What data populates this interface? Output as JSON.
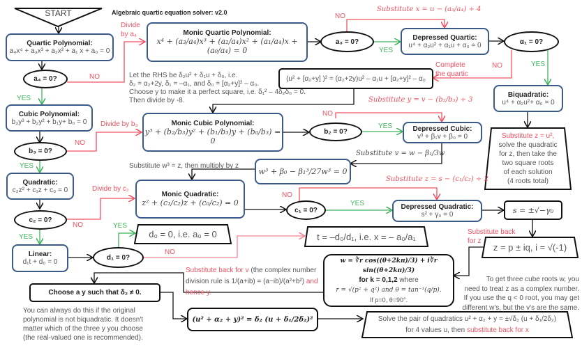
{
  "title": "Algebraic quartic equation solver: v2.0",
  "start": "START",
  "labels": {
    "yes": "YES",
    "no": "NO",
    "divide_a4": "Divide by a₄",
    "divide_b3": "Divide by b₃",
    "divide_c2": "Divide by c₂",
    "complete": "Complete the quartic",
    "sub_x": "Substitute x = u − (a₃/a₄) ÷ 4",
    "sub_y": "Substitute y = v − (b₂/b₃) ÷ 3",
    "sub_z": "Substitute z = s − (c₁/c₂) ÷ 2",
    "sub_v": "Substitute v = w − β₁/3w",
    "sub_w3": "Substitute w³ = z, then multiply by z",
    "sub_back_z": "Substitute back for z"
  },
  "nodes": {
    "quartic": {
      "title": "Quartic Polynomial:",
      "eq": "a₄x⁴ + a₃x³ + a₂x² + a₁ x + a₀ = 0"
    },
    "a4": "a₄ = 0?",
    "cubic": {
      "title": "Cubic Polynomial:",
      "eq": "b₃y³ + b₂y² + b₁y+ b₀ = 0"
    },
    "b3": "b₃ = 0?",
    "quadratic": {
      "title": "Quadratic:",
      "eq": "c₂z² + c₁z + c₀ = 0"
    },
    "c2": "c₂ = 0?",
    "linear": {
      "title": "Linear:",
      "eq": "d₁t + d₀ = 0"
    },
    "d1": "d₁ = 0?",
    "d0": "d₀ = 0, i.e. a₀ = 0",
    "t": "t = –d₀/d₁, i.e. x = – a₀/a₁",
    "monic_quartic": {
      "title": "Monic Quartic Polynomial:",
      "eq": "x⁴ + (a₃/a₄)x³ + (a₂/a₄)x² + (a₁/a₄)x + (a₀/a₄) = 0"
    },
    "a3": "a₃ = 0?",
    "dep_quartic": {
      "title": "Depressed Quartic:",
      "eq": "u⁴ + α₂u² + α₁u + α₀ = 0"
    },
    "alpha1": "α₁ = 0?",
    "complete_eq": "(u² + [α₂+y] )² = (α₂+2y)u² – α₁u + [α₂+y]² –  α₀",
    "rhs_note": [
      "Let the RHS be δ₂u² + δ₁u + δ₀, i.e.",
      "δ₂ = α₂+2y, δ₁ = –α₁, and δ₀ = [α₂+y]² – α₀.",
      "Choose y to make it a perfect square, i.e. δ₁² – 4δ₂δ₀ = 0.",
      "Then divide by -8."
    ],
    "biquadratic": {
      "title": "Biquadratic:",
      "eq": "u⁴ + α₂u²+ α₀ = 0"
    },
    "biquad_solve": {
      "red": "Substitute z = u²,",
      "rest": [
        "solve the quadratic",
        "for z, then take the",
        "two square roots",
        "of each solution",
        "(4 roots total)"
      ]
    },
    "monic_cubic": {
      "title": "Monic Cubic Polynomial:",
      "eq": "y³ + (b₂/b₃)y² + (b₁/b₃)y + (b₀/b₃) = 0"
    },
    "b2": "b₂ = 0?",
    "dep_cubic": {
      "title": "Depressed Cubic:",
      "eq": "v³ + β₁v + β₀ = 0"
    },
    "w3": "w³ + β₀ − β₁³/27w³ = 0",
    "monic_quad": {
      "title": "Monic Quadratic:",
      "eq": "z² + (c₁/c₂)z + (c₀/c₂) = 0"
    },
    "c1": "c₁ = 0?",
    "dep_quad": {
      "title": "Depressed Quadratic:",
      "eq": "s² + γ₀ = 0"
    },
    "s": "s = ±√−γ₀",
    "z": "z = p ± iq, i = √(-1)",
    "w": {
      "l1": "w = ∛r cos((θ+2kπ)/3) + i∛r sin((θ+2kπ)/3)",
      "l2b": "for k = 0,1,2",
      "l2": " where",
      "l3": "r = √(p² + q²) and θ = tan⁻¹(q/p).",
      "l4": "If p=0, θ=90°."
    },
    "sub_back_v": {
      "red1": "Substitute back for v",
      "mid": " (the complex number division rule is 1/(a+ib) = (a−ib)/(a²+b²)",
      "red2": " and hence y."
    },
    "cube_note": [
      "To get three cube roots w, you",
      "need to treat z as a complex number.",
      "If you use the q < 0 root, you may get",
      "different w's, but the v's are the same."
    ],
    "choose_y": "Choose a y such that δ₂ ≠ 0.",
    "choose_note": [
      "You can always do this if the original",
      "polynomial is not biquadratic. It doesn't",
      "matter which of the three y you choose",
      "(the real-valued one is recommended)."
    ],
    "square_eq": "(u² + α₂ + y)² = δ₂ (u + δ₁/2δ₂)²",
    "solve_pair": {
      "l1": "Solve the pair of quadratics u² + α₂ + y = ±√δ₂ (u + δ₁/2δ₂)",
      "l2": "for 4 values u, then ",
      "l2red": "substitute back for x"
    }
  },
  "colors": {
    "box": "#3b5a8a",
    "yes": "#3cb35a",
    "no": "#f05060"
  }
}
